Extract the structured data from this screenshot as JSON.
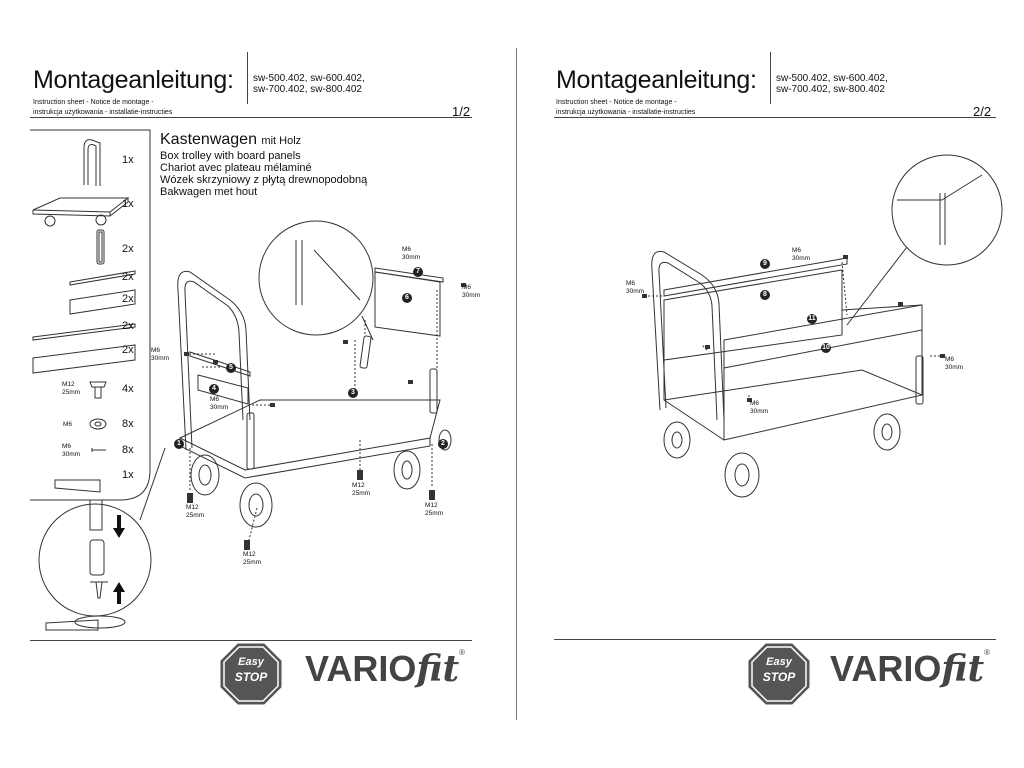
{
  "document": {
    "title": "Montageanleitung:",
    "models_line1": "sw-500.402, sw-600.402,",
    "models_line2": "sw-700.402, sw-800.402",
    "subtitle_line1": "Instruction sheet - Notice de montage  -",
    "subtitle_line2": "instrukcja użytkowania - installatie-instructies",
    "page1_number": "1/2",
    "page2_number": "2/2"
  },
  "product": {
    "name": "Kastenwagen",
    "name_suffix": "mit Holz",
    "lines": [
      "Box trolley with board panels",
      "Chariot avec plateau mélaminé",
      "Wózek skrzyniowy z płytą drewnopodobną",
      "Bakwagen met hout"
    ]
  },
  "parts": [
    {
      "qty": "1x"
    },
    {
      "qty": "1x"
    },
    {
      "qty": "2x"
    },
    {
      "qty": "2x"
    },
    {
      "qty": "2x"
    },
    {
      "qty": "2x"
    },
    {
      "qty": "2x"
    },
    {
      "label1": "M12",
      "label2": "25mm",
      "qty": "4x"
    },
    {
      "label1": "M6",
      "qty": "8x"
    },
    {
      "label1": "M6",
      "label2": "30mm",
      "qty": "8x"
    },
    {
      "qty": "1x"
    }
  ],
  "page1_labels": {
    "m6_30_left_a": "M6",
    "m6_30_left_b": "30mm",
    "m6_30_mid_a": "M6",
    "m6_30_mid_b": "30mm",
    "m6_30_top_a": "M6",
    "m6_30_top_b": "30mm",
    "m6_30_right_a": "M6",
    "m6_30_right_b": "30mm",
    "m12_a1": "M12",
    "m12_b1": "25mm",
    "m12_a2": "M12",
    "m12_b2": "25mm",
    "m12_a3": "M12",
    "m12_b3": "25mm",
    "m12_a4": "M12",
    "m12_b4": "25mm",
    "step_1": "1",
    "step_2": "2",
    "step_3": "3",
    "step_4": "4",
    "step_5": "5",
    "step_6": "6",
    "step_7": "7"
  },
  "page2_labels": {
    "m6_30_top_a": "M6",
    "m6_30_top_b": "30mm",
    "m6_30_left_a": "M6",
    "m6_30_left_b": "30mm",
    "m6_30_bottom_a": "M6",
    "m6_30_bottom_b": "30mm",
    "m6_30_right_a": "M6",
    "m6_30_right_b": "30mm",
    "step_8": "8",
    "step_9": "9",
    "step_10": "10",
    "step_11": "11"
  },
  "branding": {
    "logo_line1": "Easy",
    "logo_line2": "STOP",
    "brand_vario": "VARIO",
    "brand_fit": "fit",
    "brand_reg": "®"
  },
  "colors": {
    "ink": "#111111",
    "logo_grey": "#555555",
    "brand_grey": "#444444"
  }
}
